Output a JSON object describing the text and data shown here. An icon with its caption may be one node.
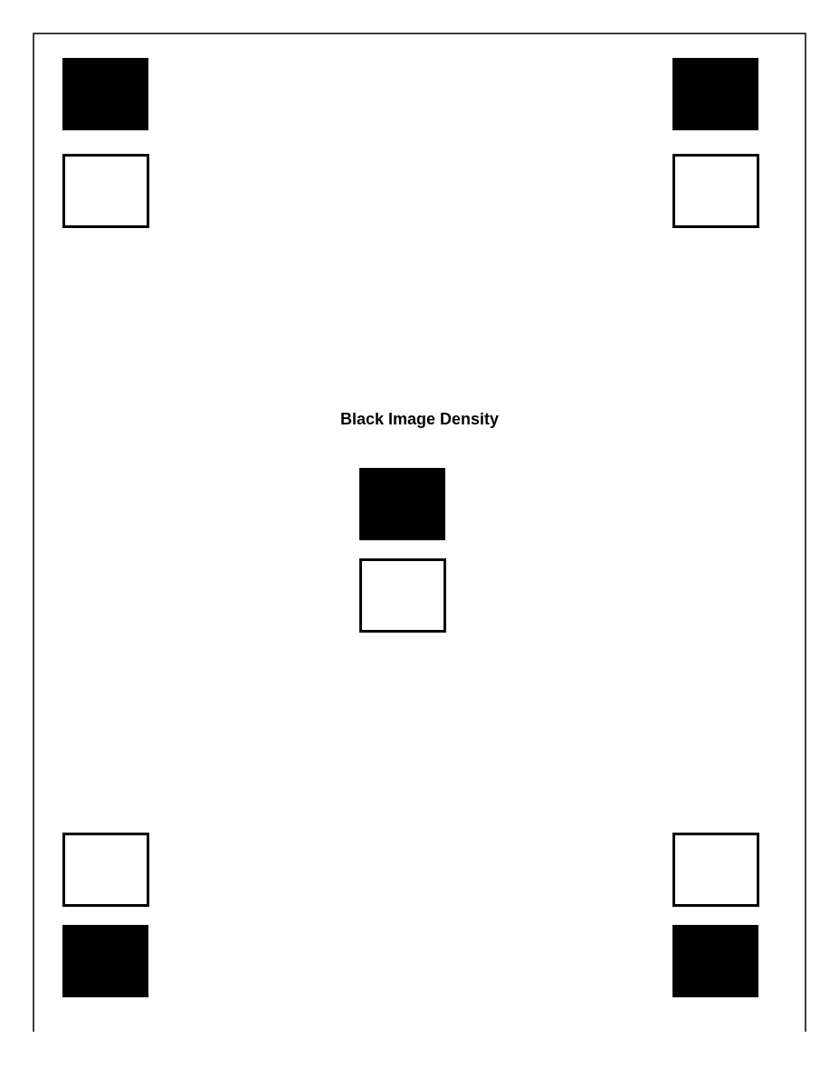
{
  "diagram": {
    "title": "Black Image Density",
    "nodes": [
      {
        "text": [],
        "shape": "block"
      },
      {
        "text": [],
        "shape": "block"
      },
      {
        "text": [],
        "shape": "box"
      },
      {
        "text": [],
        "shape": "box"
      },
      {
        "text": [],
        "shape": "block"
      },
      {
        "text": [],
        "shape": "box"
      },
      {
        "text": [],
        "shape": "box"
      },
      {
        "text": [],
        "shape": "box"
      },
      {
        "text": [],
        "shape": "block"
      },
      {
        "text": [],
        "shape": "block"
      }
    ]
  }
}
